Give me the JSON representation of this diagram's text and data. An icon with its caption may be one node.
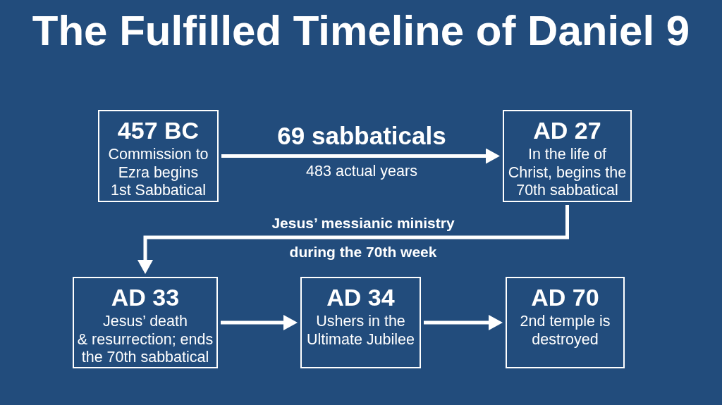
{
  "diagram": {
    "title": "The Fulfilled Timeline of Daniel 9",
    "nodes": [
      {
        "text": [
          "457 BC",
          "Commission to Ezra begins 1st Sabbatical"
        ]
      },
      {
        "text": [
          "AD 27",
          "In the life of Christ, begins the 70th sabbatical"
        ]
      },
      {
        "text": [
          "AD 33",
          "Jesus’ death & resurrection; ends the 70th sabbatical"
        ]
      },
      {
        "text": [
          "AD 34",
          "Ushers in the Ultimate Jubilee"
        ]
      },
      {
        "text": [
          "AD 70",
          "2nd temple is destroyed"
        ]
      }
    ],
    "edges": [
      {
        "from": 0,
        "to": 1,
        "arrow": "to",
        "label": "69 sabbaticals"
      },
      {
        "from": 1,
        "to": 2,
        "arrow": "to",
        "label": "Jesus’ messianic ministry"
      },
      {
        "from": 2,
        "to": 3,
        "arrow": "to"
      },
      {
        "from": 3,
        "to": 4,
        "arrow": "to"
      }
    ],
    "labels": [
      "483 actual years",
      "during the 70th week"
    ]
  }
}
